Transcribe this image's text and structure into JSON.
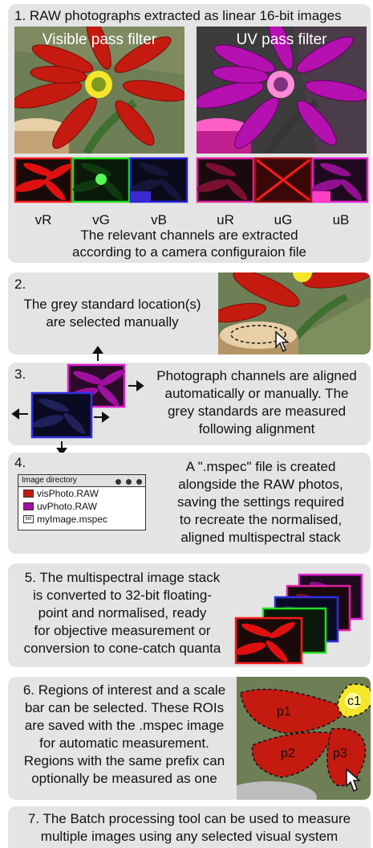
{
  "panel1": {
    "title": "1. RAW photographs extracted as linear 16-bit images",
    "visible_label": "Visible pass filter",
    "uv_label": "UV pass filter",
    "channels": [
      "vR",
      "vG",
      "vB",
      "uR",
      "uG",
      "uB"
    ],
    "caption_line1": "The relevant channels are extracted",
    "caption_line2": "according to a camera configuraion file"
  },
  "panel2": {
    "number": "2.",
    "line1": "The grey standard location(s)",
    "line2": "are selected manually"
  },
  "panel3": {
    "number": "3.",
    "line1": "Photograph channels are aligned",
    "line2": "automatically or manually. The",
    "line3": "grey standards are measured",
    "line4": "following alignment"
  },
  "panel4": {
    "number": "4.",
    "directory_title": "Image directory",
    "files": [
      {
        "name": "visPhoto.RAW",
        "icon": "red-image-icon"
      },
      {
        "name": "uvPhoto.RAW",
        "icon": "purple-image-icon"
      },
      {
        "name": "myImage.mspec",
        "icon": "txt-file-icon",
        "icon_text": "txt"
      }
    ],
    "line1": "A \".mspec\" file is created",
    "line2": "alongside the RAW photos,",
    "line3": "saving the settings required",
    "line4": "to recreate the normalised,",
    "line5": "aligned multispectral stack"
  },
  "panel5": {
    "line1": "5. The multispectral image stack",
    "line2": "is converted to 32-bit floating-",
    "line3": "point and normalised, ready",
    "line4": "for objective measurement or",
    "line5": "conversion to cone-catch quanta"
  },
  "panel6": {
    "line1": "6. Regions of interest and a scale",
    "line2": "bar can be selected. These ROIs",
    "line3": "are saved with the .mspec image",
    "line4": "for automatic measurement.",
    "line5": "Regions with the same prefix can",
    "line6": "optionally be measured as one",
    "roi_labels": [
      "p1",
      "p2",
      "p3",
      "c1"
    ]
  },
  "panel7": {
    "line1": "7. The Batch processing tool can be used to measure",
    "line2": "multiple images using any selected visual system"
  },
  "colors": {
    "panel_bg": "#e4e4e4",
    "red_channel": "#ff1a1a",
    "green_channel": "#22dd22",
    "blue_channel": "#2222dd",
    "uv_magenta": "#e020d0"
  }
}
